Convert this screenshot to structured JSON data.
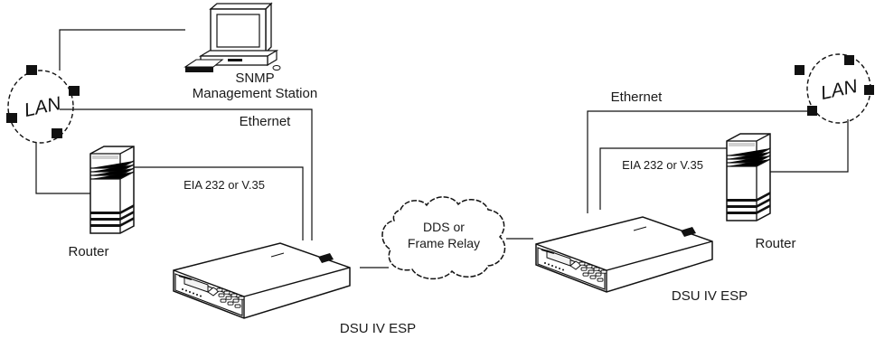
{
  "labels": {
    "snmp_line1": "SNMP",
    "snmp_line2": "Management Station",
    "lan_left": "LAN",
    "lan_right": "LAN",
    "ethernet_left": "Ethernet",
    "ethernet_right": "Ethernet",
    "eia_left": "EIA 232 or V.35",
    "eia_right": "EIA 232 or V.35",
    "router_left": "Router",
    "router_right": "Router",
    "cloud_line1": "DDS or",
    "cloud_line2": "Frame Relay",
    "dsu_left": "DSU IV ESP",
    "dsu_right": "DSU IV ESP"
  },
  "icons": {
    "workstation": "computer-icon",
    "lan": "lan-ring-icon",
    "router": "router-tower-icon",
    "dsu": "dsu-unit-icon",
    "network": "cloud-icon"
  }
}
